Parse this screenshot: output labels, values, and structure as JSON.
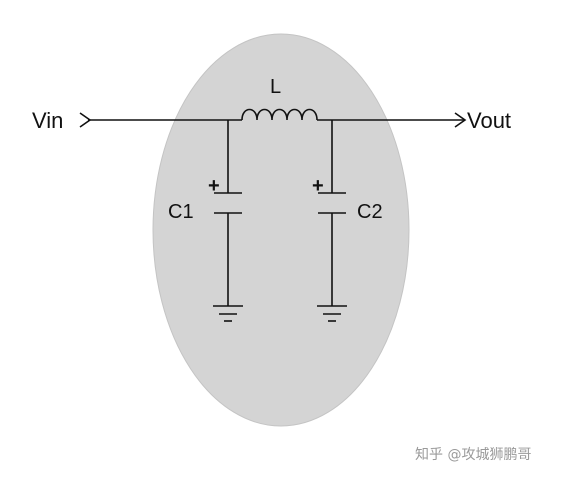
{
  "labels": {
    "vin": "Vin",
    "vout": "Vout",
    "inductor": "L",
    "c1": "C1",
    "c2": "C2",
    "plus": "+"
  },
  "watermark": "知乎 @攻城狮鹏哥",
  "colors": {
    "ellipse_fill": "#d4d4d4",
    "wire": "#111111",
    "background": "#ffffff"
  }
}
